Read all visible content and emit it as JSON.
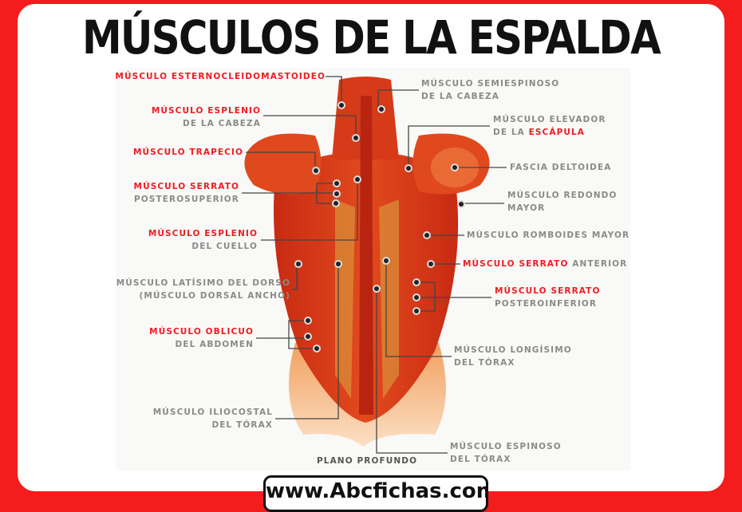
{
  "title": "MÚSCULOS DE LA ESPALDA",
  "website": "www.Abcfichas.com",
  "caption": "PLANO PROFUNDO",
  "colors": {
    "frame": "#f41c1c",
    "highlight": "#ee1c24",
    "label": "#8a8a8a",
    "muscle": "#d8321a"
  },
  "left_labels": [
    {
      "red": "MÚSCULO ESTERNOCLEIDOMASTOIDEO",
      "gray": ""
    },
    {
      "red": "MÚSCULO ESPLENIO",
      "gray": "DE LA CABEZA"
    },
    {
      "red": "MÚSCULO TRAPECIO",
      "gray": ""
    },
    {
      "red": "MÚSCULO SERRATO",
      "gray": "POSTEROSUPERIOR"
    },
    {
      "red": "MÚSCULO ESPLENIO",
      "gray": "DEL CUELLO"
    },
    {
      "red": "",
      "gray": "MÚSCULO LATÍSIMO DEL DORSO",
      "gray2": "(MÚSCULO DORSAL ANCHO)"
    },
    {
      "red": "MÚSCULO OBLICUO",
      "gray": "DEL ABDOMEN"
    },
    {
      "red": "",
      "gray": "MÚSCULO ILIOCOSTAL",
      "gray2": "DEL TÓRAX"
    }
  ],
  "right_labels": [
    {
      "gray": "MÚSCULO SEMIESPINOSO",
      "gray2": "DE LA CABEZA"
    },
    {
      "gray": "MÚSCULO ELEVADOR",
      "gray2": "DE LA ",
      "red": "ESCÁPULA"
    },
    {
      "gray": "FASCIA DELTOIDEA"
    },
    {
      "gray": "MÚSCULO REDONDO",
      "gray2": "MAYOR"
    },
    {
      "gray": "MÚSCULO ROMBOIDES MAYOR"
    },
    {
      "red": "MÚSCULO SERRATO",
      "gray": " ANTERIOR"
    },
    {
      "red": "MÚSCULO SERRATO",
      "gray2": "POSTEROINFERIOR"
    },
    {
      "gray": "MÚSCULO LONGÍSIMO",
      "gray2": "DEL TÓRAX"
    },
    {
      "gray": "MÚSCULO ESPINOSO",
      "gray2": "DEL TÓRAX"
    }
  ]
}
